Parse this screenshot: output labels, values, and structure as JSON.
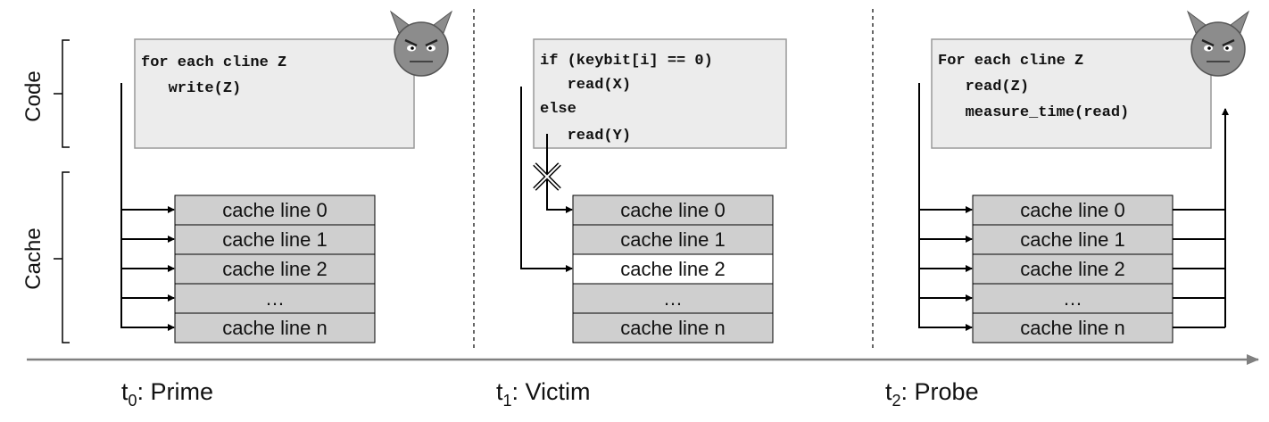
{
  "side_labels": {
    "code": "Code",
    "cache": "Cache"
  },
  "panels": [
    {
      "phase": {
        "t": "t",
        "sub": "0",
        "label": ": Prime"
      },
      "code_lines": [
        "for each cline Z",
        "   write(Z)"
      ],
      "cache": [
        "cache line 0",
        "cache line 1",
        "cache line 2",
        "…",
        "cache line n"
      ],
      "highlight_row": -1,
      "attacker": true
    },
    {
      "phase": {
        "t": "t",
        "sub": "1",
        "label": ": Victim"
      },
      "code_lines": [
        "if (keybit[i] == 0)",
        "   read(X)",
        "else",
        "   read(Y)"
      ],
      "cache": [
        "cache line 0",
        "cache line 1",
        "cache line 2",
        "…",
        "cache line n"
      ],
      "highlight_row": 2,
      "attacker": false
    },
    {
      "phase": {
        "t": "t",
        "sub": "2",
        "label": ": Probe"
      },
      "code_lines": [
        "For each cline Z",
        "   read(Z)",
        "   measure_time(read)"
      ],
      "cache": [
        "cache line 0",
        "cache line 1",
        "cache line 2",
        "…",
        "cache line n"
      ],
      "highlight_row": -1,
      "attacker": true
    }
  ],
  "colors": {
    "code_box": "#ececec",
    "cache_cell": "#cfcfcf",
    "cache_highlight": "#ffffff",
    "devil": "#8c8c8c"
  }
}
